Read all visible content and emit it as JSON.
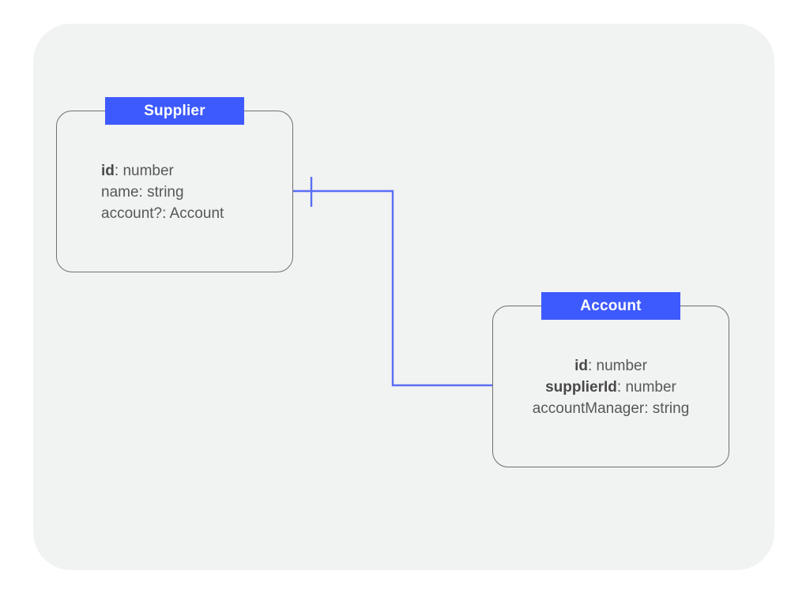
{
  "diagram": {
    "type": "entity-relationship-diagram",
    "canvas_background": "#f1f2f2",
    "page_background": "#ffffff",
    "accent_color": "#3d5afe",
    "connector_color": "#5b6ef5",
    "border_color": "#6f6f6f",
    "text_color": "#575757"
  },
  "entities": [
    {
      "id": "supplier",
      "title": "Supplier",
      "align": "left",
      "fields": [
        {
          "key": "id",
          "bold": true,
          "sep": ": ",
          "type": "number"
        },
        {
          "key": "name",
          "bold": false,
          "sep": ": ",
          "type": "string"
        },
        {
          "key": "account?",
          "bold": false,
          "sep": ": ",
          "type": "Account"
        }
      ]
    },
    {
      "id": "account",
      "title": "Account",
      "align": "center",
      "fields": [
        {
          "key": "id",
          "bold": true,
          "sep": ": ",
          "type": "number"
        },
        {
          "key": "supplierId",
          "bold": true,
          "sep": ": ",
          "type": "number"
        },
        {
          "key": "accountManager",
          "bold": false,
          "sep": ": ",
          "type": "string"
        }
      ]
    }
  ],
  "relationship": {
    "from": "supplier",
    "to": "account",
    "from_cardinality": "one",
    "to_cardinality": "none",
    "marker": "single-tick"
  },
  "labels": {
    "supplier_title": "Supplier",
    "supplier_field_1_key": "id",
    "supplier_field_1_type": ": number",
    "supplier_field_2_key": "name",
    "supplier_field_2_type": ": string",
    "supplier_field_3_key": "account?",
    "supplier_field_3_type": ": Account",
    "account_title": "Account",
    "account_field_1_key": "id",
    "account_field_1_type": ": number",
    "account_field_2_key": "supplierId",
    "account_field_2_type": ": number",
    "account_field_3_key": "accountManager",
    "account_field_3_type": ": string"
  }
}
